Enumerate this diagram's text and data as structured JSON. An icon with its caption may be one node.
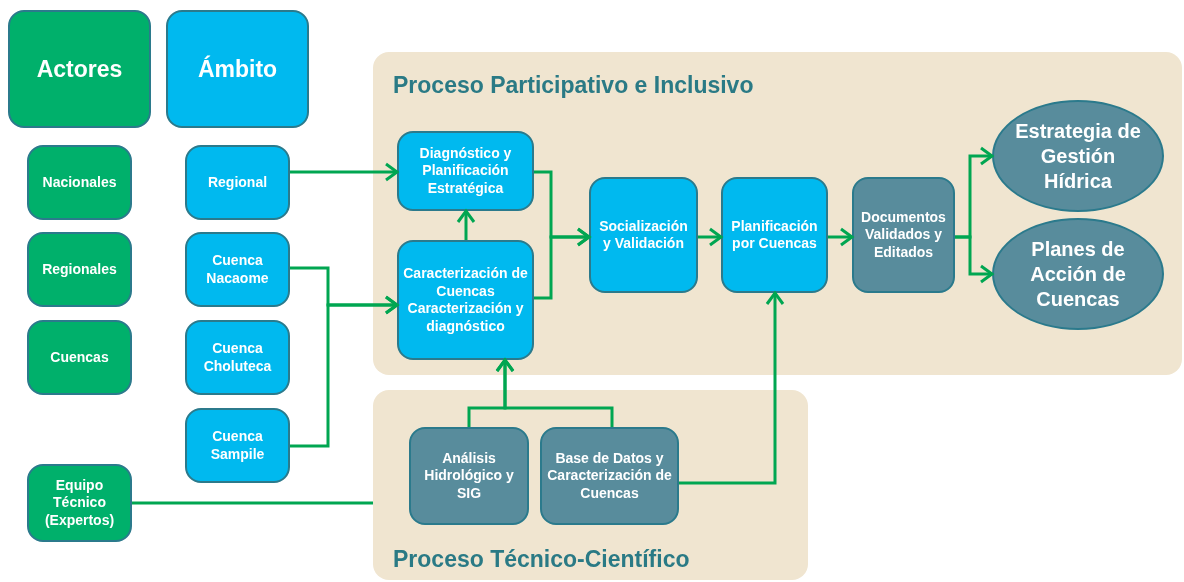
{
  "diagram": {
    "nodes": [
      {
        "text": [
          "Actores"
        ]
      },
      {
        "text": [
          "Ámbito"
        ]
      },
      {
        "text": [
          "Nacionales"
        ]
      },
      {
        "text": [
          "Regionales"
        ]
      },
      {
        "text": [
          "Cuencas"
        ]
      },
      {
        "text": [
          "Equipo Técnico (Expertos)"
        ]
      },
      {
        "text": [
          "Regional"
        ]
      },
      {
        "text": [
          "Cuenca Nacaome"
        ]
      },
      {
        "text": [
          "Cuenca Choluteca"
        ]
      },
      {
        "text": [
          "Cuenca Sampile"
        ]
      },
      {
        "text": [
          "Proceso Participativo e Inclusivo"
        ]
      },
      {
        "text": [
          "Diagnóstico y Planificación Estratégica"
        ],
        "in": 10
      },
      {
        "text": [
          "Caracterización de Cuencas Caracterización y diagnóstico"
        ],
        "in": 10
      },
      {
        "text": [
          "Socialización y Validación"
        ],
        "in": 10
      },
      {
        "text": [
          "Planificación por Cuencas"
        ],
        "in": 10
      },
      {
        "text": [
          "Documentos Validados y Editados"
        ],
        "in": 10
      },
      {
        "text": [
          "Estrategia de Gestión Hídrica"
        ],
        "in": 10
      },
      {
        "text": [
          "Planes de Acción de Cuencas"
        ],
        "in": 10
      },
      {
        "text": [
          "Proceso Técnico-Científico"
        ]
      },
      {
        "text": [
          "Análisis Hidrológico y SIG"
        ],
        "in": 18
      },
      {
        "text": [
          "Base de Datos y Caracterización de Cuencas"
        ],
        "in": 18
      }
    ],
    "edges": [
      {
        "from": 6,
        "to": 11,
        "arrow": "to"
      },
      {
        "from": 7,
        "to": 12,
        "arrow": "to"
      },
      {
        "from": 9,
        "to": 12,
        "arrow": "to"
      },
      {
        "from": 12,
        "to": 11,
        "arrow": "to"
      },
      {
        "from": 11,
        "to": 13,
        "arrow": "to"
      },
      {
        "from": 12,
        "to": 13,
        "arrow": "to"
      },
      {
        "from": 13,
        "to": 14,
        "arrow": "to"
      },
      {
        "from": 14,
        "to": 15,
        "arrow": "to"
      },
      {
        "from": 15,
        "to": 16,
        "arrow": "to"
      },
      {
        "from": 15,
        "to": 17,
        "arrow": "to"
      },
      {
        "from": 19,
        "to": 12,
        "arrow": "to"
      },
      {
        "from": 20,
        "to": 12,
        "arrow": "to"
      },
      {
        "from": 20,
        "to": 14,
        "arrow": "to"
      },
      {
        "from": 5,
        "to": 18,
        "arrow": "none"
      }
    ]
  }
}
